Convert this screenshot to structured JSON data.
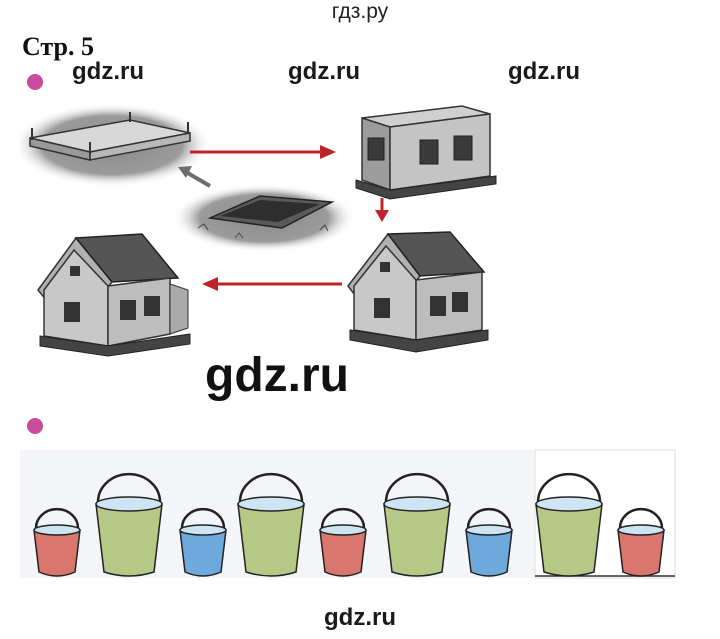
{
  "header": {
    "site": "гдз.ру",
    "page_title": "Стр. 5"
  },
  "watermarks": {
    "top_left": "gdz.ru",
    "top_center": "gdz.ru",
    "top_right": "gdz.ru",
    "center": "gdz.ru",
    "bottom": "gdz.ru"
  },
  "colors": {
    "bullet": "#c84b9e",
    "arrow": "#c0242b",
    "bucket_green": "#b5c886",
    "bucket_red": "#d9766d",
    "bucket_blue": "#6ea9de"
  },
  "buckets": [
    {
      "size": "small",
      "color": "red"
    },
    {
      "size": "large",
      "color": "green"
    },
    {
      "size": "small",
      "color": "blue"
    },
    {
      "size": "large",
      "color": "green"
    },
    {
      "size": "small",
      "color": "red"
    },
    {
      "size": "large",
      "color": "green"
    },
    {
      "size": "small",
      "color": "blue"
    },
    {
      "size": "large",
      "color": "green"
    },
    {
      "size": "small",
      "color": "red"
    }
  ]
}
